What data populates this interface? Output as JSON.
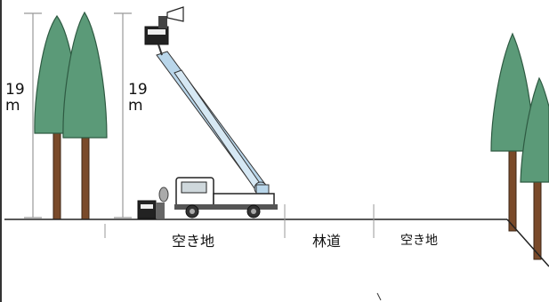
{
  "height_labels": {
    "trees": {
      "value": "19",
      "unit": "m"
    },
    "aerial_lift": {
      "value": "19",
      "unit": "m"
    }
  },
  "zone_labels": {
    "left_open_land": "空き地",
    "forest_road": "林道",
    "right_open_land": "空き地"
  },
  "colors": {
    "tree_foliage": "#5b9a78",
    "tree_trunk": "#7a4a2a",
    "boom": "#b9d6ea",
    "truck_body": "#ffffff",
    "ground_line": "#222222",
    "measure_line": "#999999"
  }
}
